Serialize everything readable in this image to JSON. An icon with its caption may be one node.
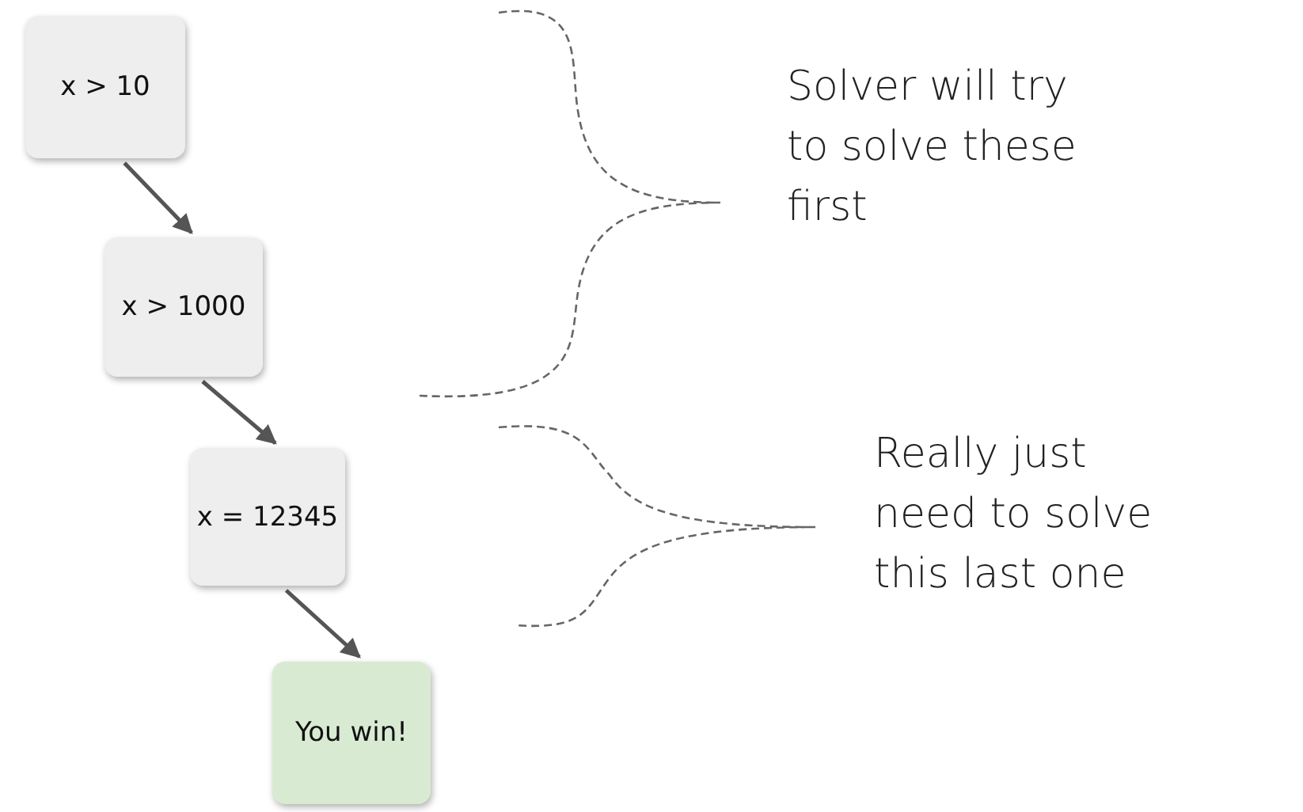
{
  "diagram": {
    "nodes": [
      {
        "text": [
          "x > 10"
        ]
      },
      {
        "text": [
          "x > 1000"
        ]
      },
      {
        "text": [
          "x = 12345"
        ]
      },
      {
        "text": [
          "You win!"
        ]
      }
    ],
    "edges": [
      {
        "from": 0,
        "to": 1,
        "arrow": "to"
      },
      {
        "from": 1,
        "to": 2,
        "arrow": "to"
      },
      {
        "from": 2,
        "to": 3,
        "arrow": "to"
      }
    ],
    "labels": [
      "Solver will try to solve these first",
      "Really just need to solve this last one"
    ]
  }
}
